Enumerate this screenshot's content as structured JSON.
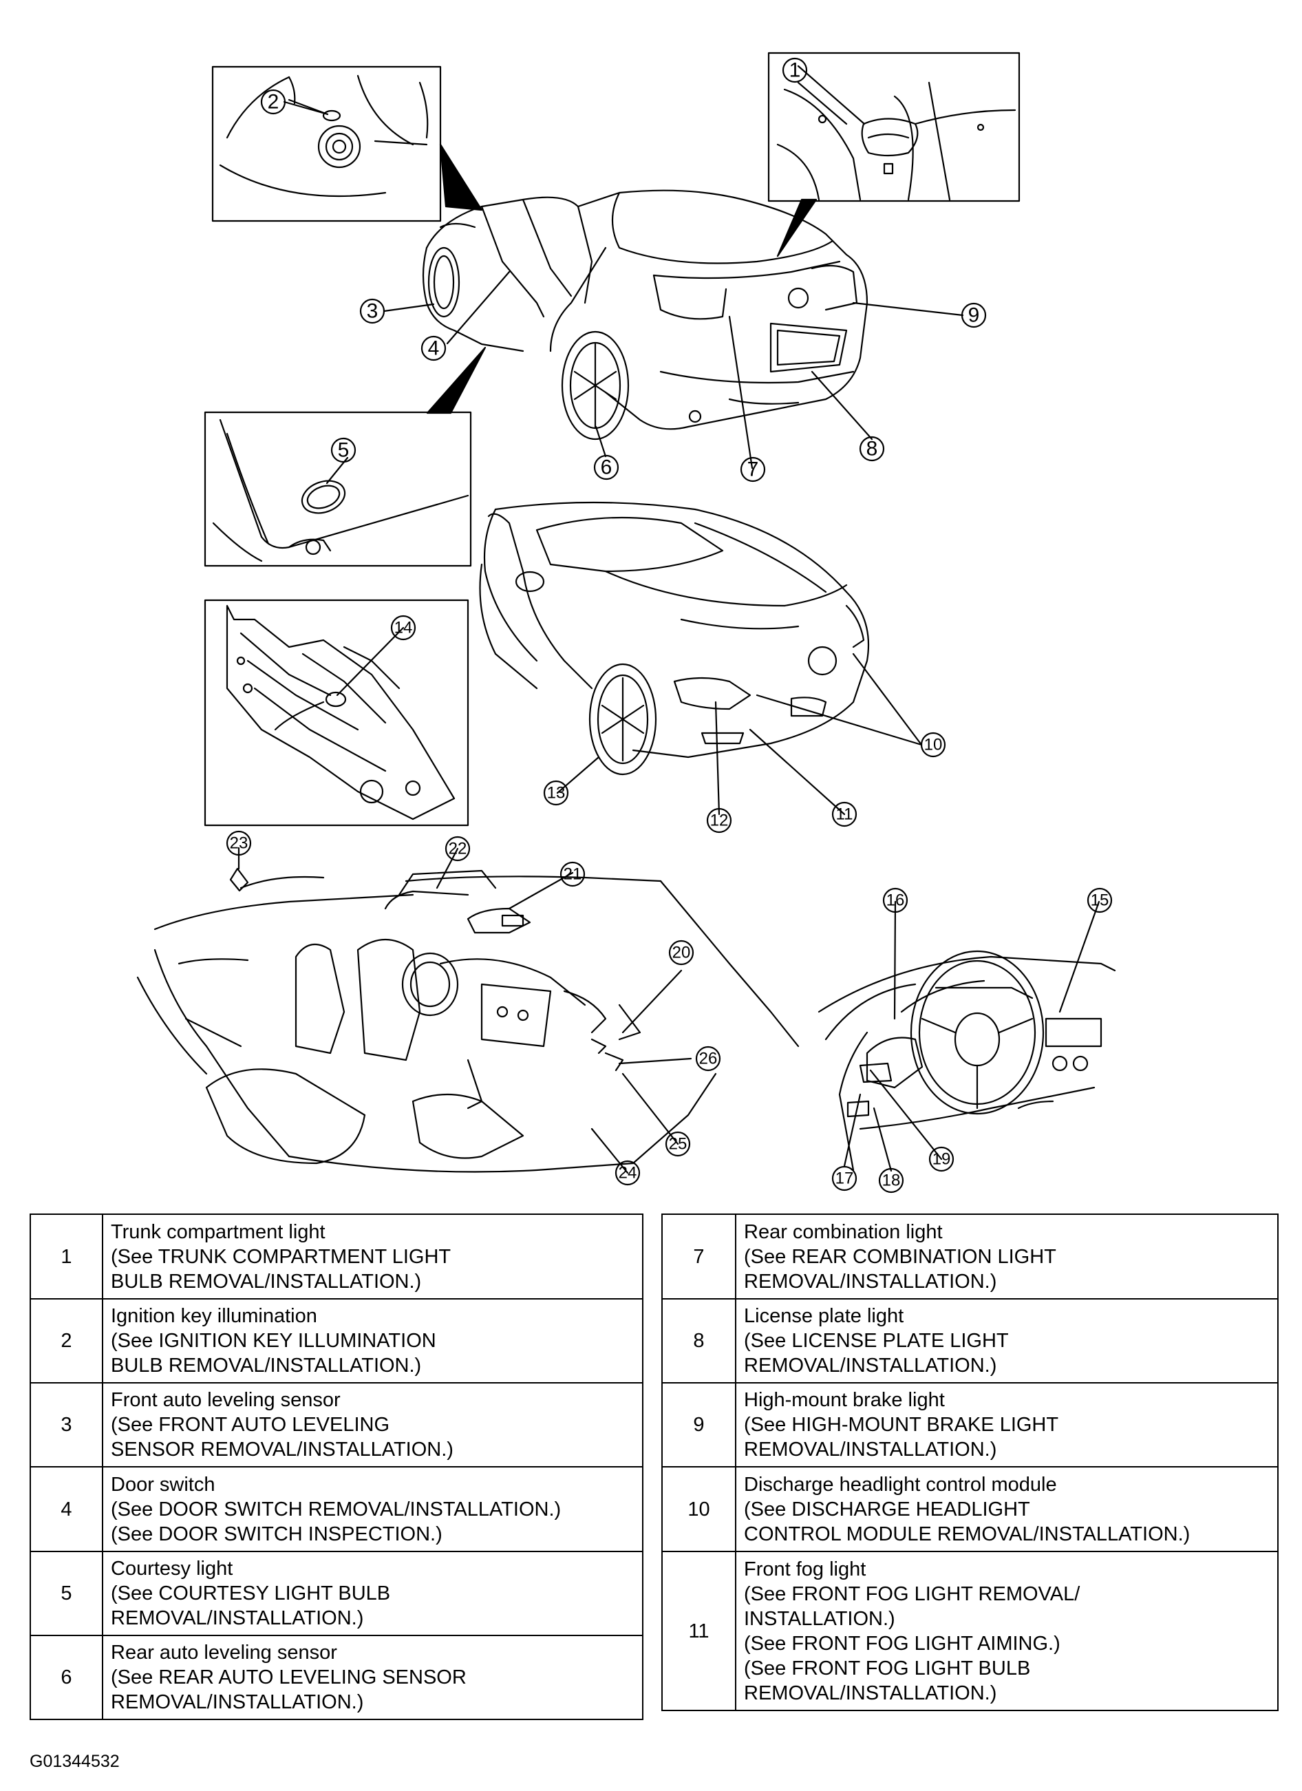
{
  "callouts": [
    "1",
    "2",
    "3",
    "4",
    "5",
    "6",
    "7",
    "8",
    "9",
    "10",
    "11",
    "12",
    "13",
    "14",
    "15",
    "16",
    "17",
    "18",
    "19",
    "20",
    "21",
    "22",
    "23",
    "24",
    "25",
    "26"
  ],
  "legend_left": [
    {
      "num": "1",
      "lines": [
        "Trunk compartment light",
        "(See TRUNK COMPARTMENT LIGHT",
        "BULB REMOVAL/INSTALLATION.)"
      ]
    },
    {
      "num": "2",
      "lines": [
        "Ignition key illumination",
        "(See IGNITION KEY ILLUMINATION",
        "BULB REMOVAL/INSTALLATION.)"
      ]
    },
    {
      "num": "3",
      "lines": [
        "Front auto leveling sensor",
        "(See FRONT AUTO LEVELING",
        "SENSOR REMOVAL/INSTALLATION.)"
      ]
    },
    {
      "num": "4",
      "lines": [
        "Door switch",
        "(See DOOR SWITCH REMOVAL/INSTALLATION.)",
        "(See DOOR SWITCH INSPECTION.)"
      ]
    },
    {
      "num": "5",
      "lines": [
        "Courtesy light",
        "(See COURTESY LIGHT BULB",
        "REMOVAL/INSTALLATION.)"
      ]
    },
    {
      "num": "6",
      "lines": [
        "Rear auto leveling sensor",
        "(See REAR AUTO LEVELING SENSOR",
        "REMOVAL/INSTALLATION.)"
      ]
    }
  ],
  "legend_right": [
    {
      "num": "7",
      "lines": [
        "Rear combination light",
        "(See REAR COMBINATION LIGHT",
        "REMOVAL/INSTALLATION.)"
      ]
    },
    {
      "num": "8",
      "lines": [
        "License plate light",
        "(See LICENSE PLATE LIGHT",
        "REMOVAL/INSTALLATION.)"
      ]
    },
    {
      "num": "9",
      "lines": [
        "High-mount brake light",
        "(See HIGH-MOUNT BRAKE LIGHT",
        "REMOVAL/INSTALLATION.)"
      ]
    },
    {
      "num": "10",
      "lines": [
        "Discharge headlight control module",
        "(See DISCHARGE HEADLIGHT",
        "CONTROL MODULE REMOVAL/INSTALLATION.)"
      ]
    },
    {
      "num": "11",
      "lines": [
        "Front fog light",
        "(See FRONT FOG LIGHT REMOVAL/",
        "INSTALLATION.)",
        "(See FRONT FOG LIGHT AIMING.)",
        "(See FRONT FOG LIGHT BULB",
        "REMOVAL/INSTALLATION.)"
      ]
    }
  ],
  "figure_code": "G01344532"
}
